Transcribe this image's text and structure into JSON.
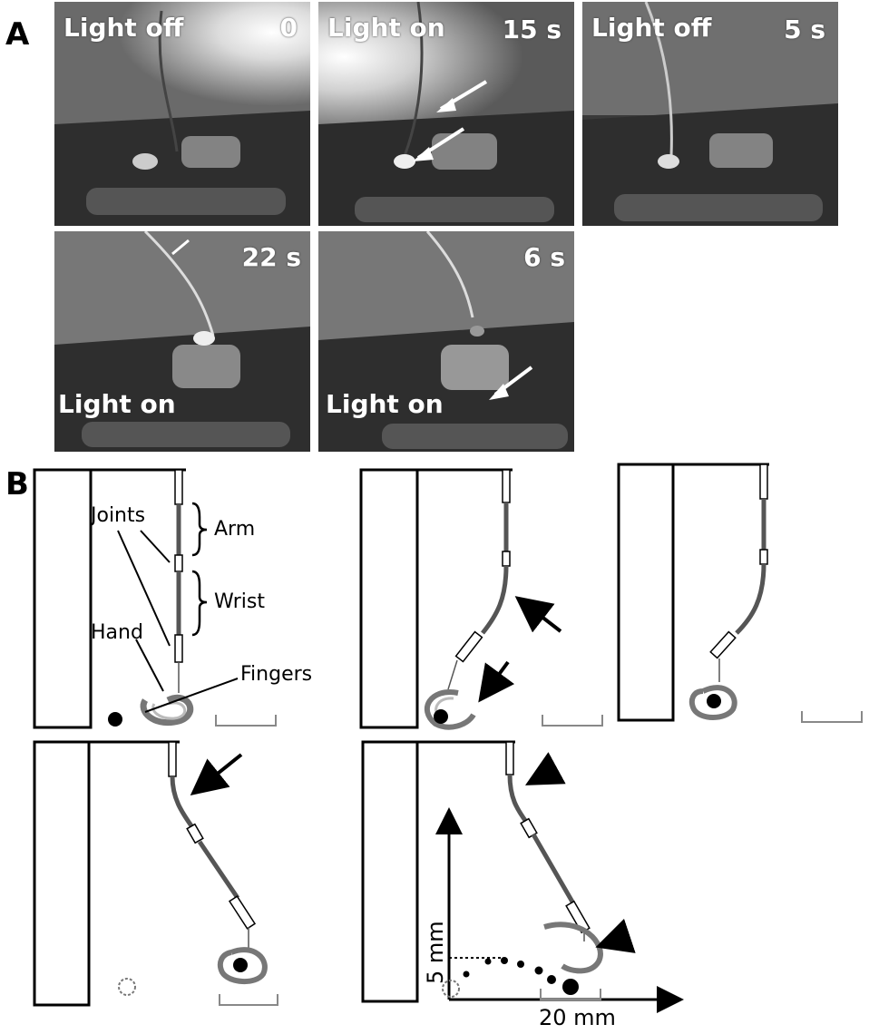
{
  "panel_a": {
    "letter": "A",
    "photos": [
      {
        "caption": "Light off",
        "time": "0"
      },
      {
        "caption": "Light on",
        "time": "15 s"
      },
      {
        "caption": "Light off",
        "time": "5 s"
      },
      {
        "caption": "Light on",
        "time": "22 s"
      },
      {
        "caption": "Light on",
        "time": "6 s"
      }
    ]
  },
  "panel_b": {
    "letter": "B",
    "labels": {
      "joints": "Joints",
      "arm": "Arm",
      "wrist": "Wrist",
      "hand": "Hand",
      "fingers": "Fingers"
    },
    "scale": {
      "vertical": "5 mm",
      "horizontal": "20 mm"
    }
  }
}
